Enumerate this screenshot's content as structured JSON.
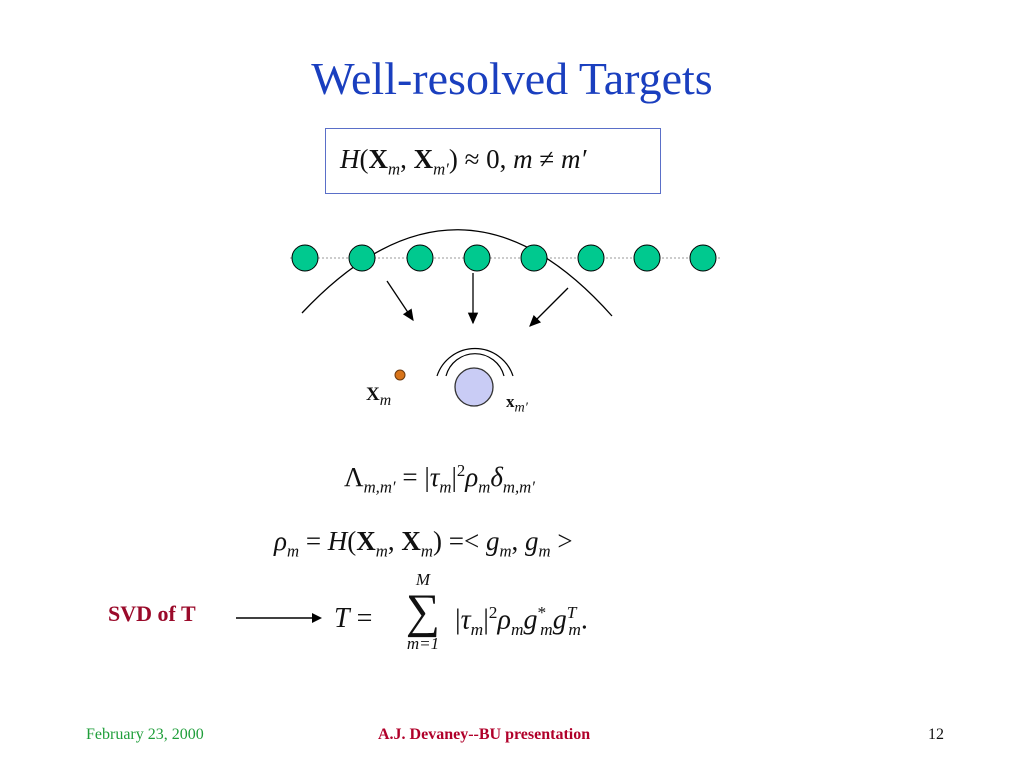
{
  "slide": {
    "title": "Well-resolved Targets",
    "svd_label": "SVD of T",
    "labels": {
      "xm_bold": "X",
      "xm_sub": "m",
      "xmp_bold": "x",
      "xmp_sub": "m′"
    }
  },
  "equations": {
    "box": {
      "h": "H",
      "x1": "X",
      "s1": "m",
      "x2": "X",
      "s2": "m′",
      "rest": ") ≈ 0,  ",
      "m": "m",
      "ne": " ≠ ",
      "mp": "m′"
    },
    "lambda": {
      "lhs": "Λ",
      "lhs_sub": "m,m′",
      "mid": " = |",
      "tau": "τ",
      "tau_sub": "m",
      "pow": "2",
      "rho": "ρ",
      "rho_sub": "m",
      "delta": "δ",
      "delta_sub": "m,m′"
    },
    "rho": {
      "rho": "ρ",
      "rho_sub": "m",
      "eq1": " = ",
      "h": "H",
      "x1": "X",
      "s1": "m",
      "x2": "X",
      "s2": "m",
      "eq2": ") =< ",
      "g1": "g",
      "g1_sub": "m",
      "g2": "g",
      "g2_sub": "m",
      "end": " >"
    },
    "t": {
      "t": "T",
      "eq": " = ",
      "sum_top": "M",
      "sum_sym": "∑",
      "sum_bottom": "m=1",
      "tau": "τ",
      "tau_sub": "m",
      "pow": "2",
      "rho": "ρ",
      "rho_sub": "m",
      "g": "g",
      "g_sup": "*",
      "g_sub": "m",
      "g2": "g",
      "g2_sup": "T",
      "g2_sub": "m",
      "end": "."
    }
  },
  "footer": {
    "date": "February 23, 2000",
    "center": "A.J. Devaney--BU  presentation",
    "page": "12"
  },
  "colors": {
    "title": "#1a3fbf",
    "array_elements": "#00c98f",
    "small_target": "#d8741a",
    "large_target": "#c9ccf5",
    "svd_label": "#9a0a2a",
    "footer_date": "#1f9e3a",
    "footer_center": "#b0002a"
  }
}
